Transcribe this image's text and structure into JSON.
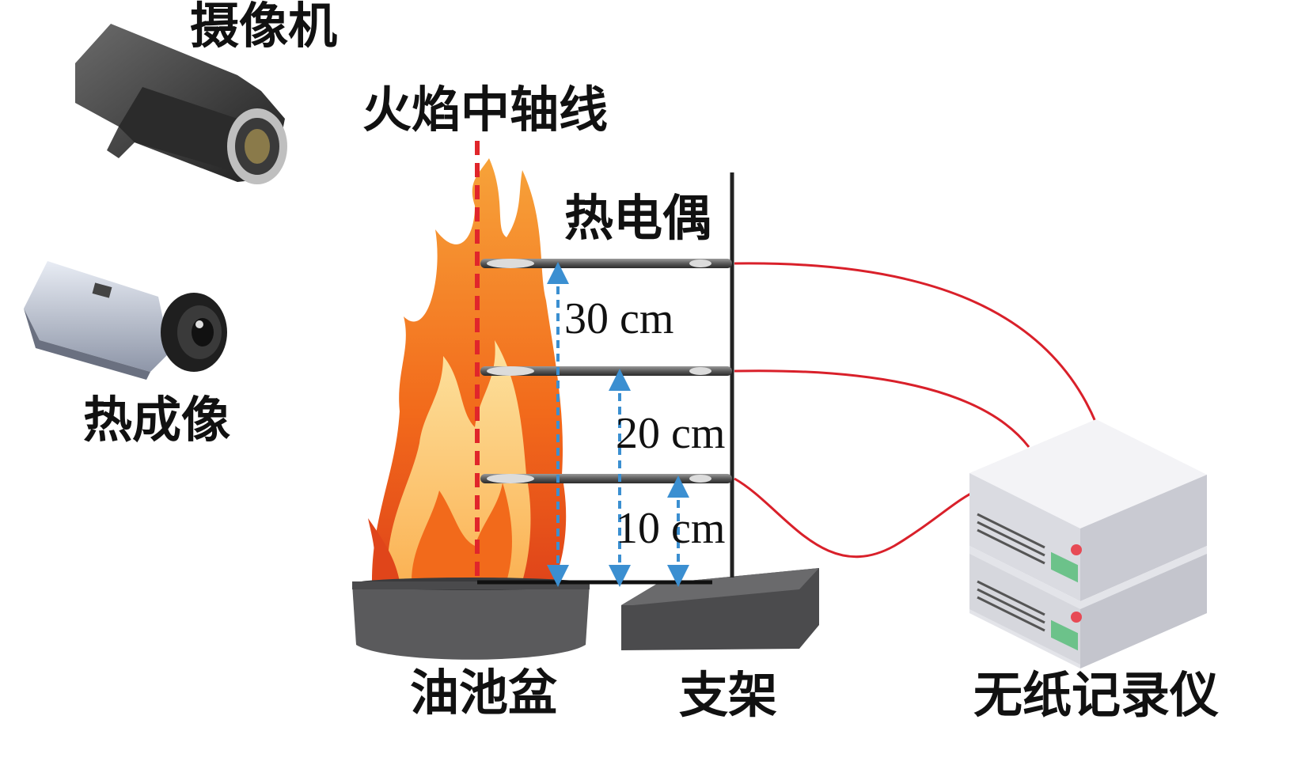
{
  "labels": {
    "camera": "摄像机",
    "thermal_imager": "热成像",
    "flame_axis": "火焰中轴线",
    "thermocouple": "热电偶",
    "oil_pan": "油池盆",
    "stand": "支架",
    "recorder": "无纸记录仪"
  },
  "dimensions": {
    "d30": "30 cm",
    "d20": "20 cm",
    "d10": "10 cm"
  },
  "colors": {
    "axis": "#e0262b",
    "dimension_arrow": "#3b8fd1",
    "wire": "#d9202a",
    "pan": "#5a5a5c",
    "stand": "#4b4b4d",
    "flame_outer": "#f26a1b",
    "flame_inner": "#fcc46a",
    "recorder_body": "#ebebef",
    "recorder_led": "#e74a55",
    "recorder_display": "#6cc28a"
  },
  "icons": [
    "video-camera-icon",
    "thermal-camera-icon",
    "paperless-recorder-icon"
  ]
}
